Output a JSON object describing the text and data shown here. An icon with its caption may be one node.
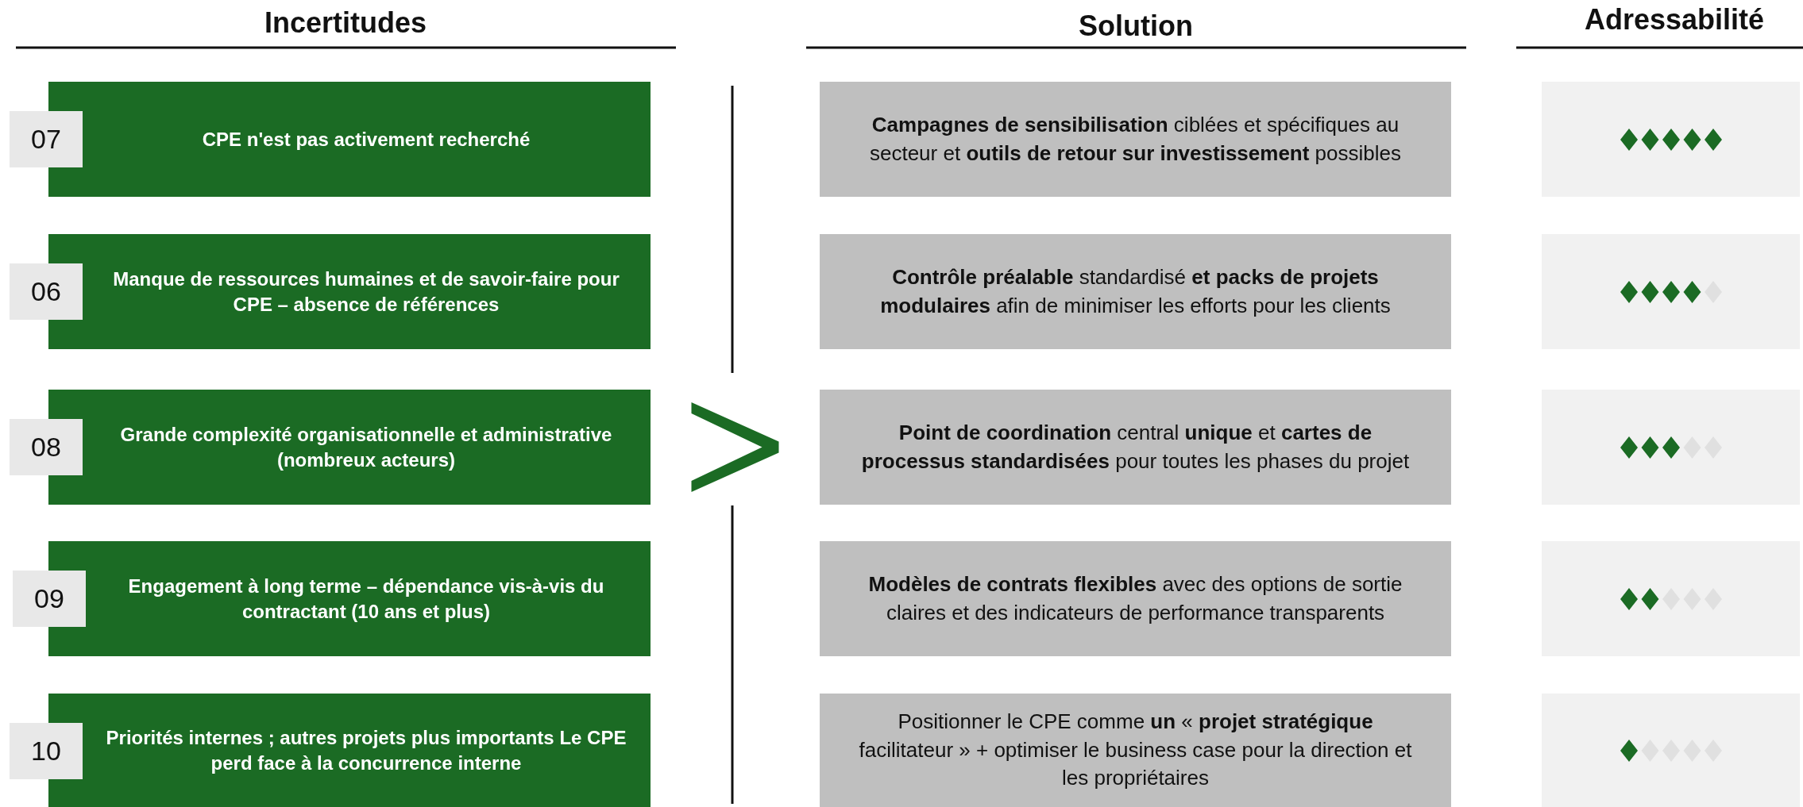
{
  "diagram": {
    "nodes": [
      {
        "text": [
          "07"
        ]
      },
      {
        "text": [
          "CPE n'est pas activement recherché"
        ]
      },
      {
        "text": [
          "**Campagnes de sensibilisation** ciblées et spécifiques au secteur et **outils de retour sur investissement** possibles"
        ]
      },
      {
        "text": [],
        "shape": "box"
      },
      {
        "text": [
          "06"
        ]
      },
      {
        "text": [
          "Manque de ressources humaines et de savoir-faire pour CPE – absence de références"
        ]
      },
      {
        "text": [
          "**Contrôle préalable** standardisé **et packs de projets modulaires** afin de minimiser les efforts pour les clients"
        ]
      },
      {
        "text": [],
        "shape": "box"
      },
      {
        "text": [
          "08"
        ]
      },
      {
        "text": [
          "Grande complexité organisationnelle et administrative (nombreux acteurs)"
        ]
      },
      {
        "text": [
          "**Point de coordination** central **unique** et **cartes de processus standardisées** pour toutes les phases du projet"
        ]
      },
      {
        "text": [],
        "shape": "box"
      },
      {
        "text": [
          "09"
        ]
      },
      {
        "text": [
          "Engagement à long terme – dépendance vis-à-vis du contractant (10 ans et plus)"
        ]
      },
      {
        "text": [
          "**Modèles de contrats flexibles** avec des options de sortie claires et des indicateurs de performance transparents"
        ]
      },
      {
        "text": [],
        "shape": "box"
      },
      {
        "text": [
          "10"
        ]
      },
      {
        "text": [
          "Priorités internes ; autres projets plus importants Le CPE perd face à la concurrence interne"
        ]
      },
      {
        "text": [
          "Positionner le CPE comme **un** « **projet stratégique** facilitateur » + optimiser le business case pour la direction et les propriétaires"
        ]
      },
      {
        "text": [],
        "shape": "box"
      }
    ],
    "edges": [
      {
        "from": 9,
        "to": 10,
        "arrow": "to"
      }
    ],
    "labels": [
      "Incertitudes",
      "Solution",
      "Adressabilité"
    ]
  }
}
